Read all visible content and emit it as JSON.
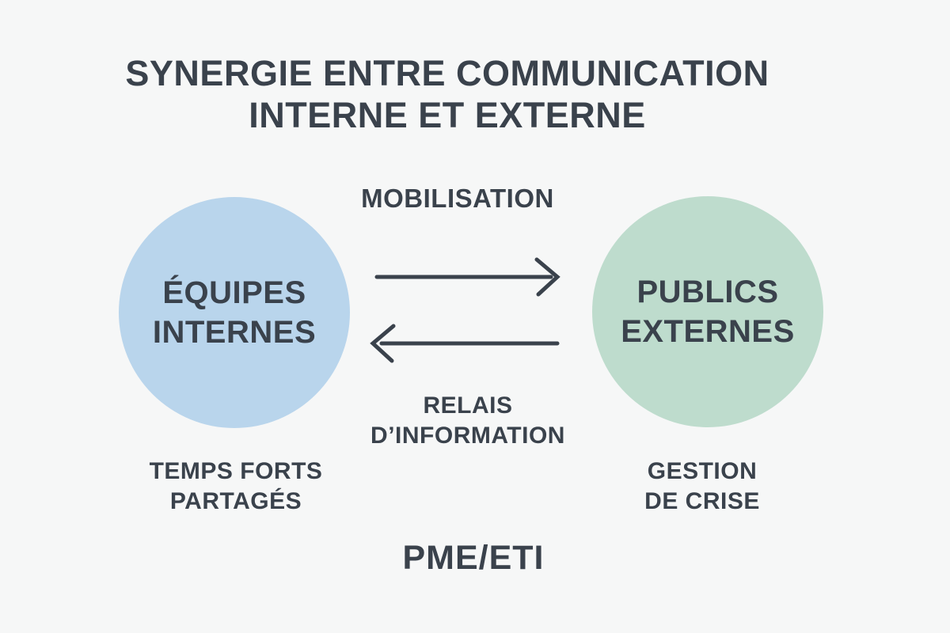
{
  "page": {
    "background_color": "#f6f7f7",
    "text_color": "#3a424c",
    "arrow_color": "#3a424c"
  },
  "title": {
    "line1": "SYNERGIE ENTRE COMMUNICATION",
    "line2": "INTERNE ET EXTERNE"
  },
  "diagram": {
    "left_circle": {
      "color": "#b9d5ec",
      "label_line1": "ÉQUIPES",
      "label_line2": "INTERNES",
      "caption_line1": "TEMPS FORTS",
      "caption_line2": "PARTAGÉS"
    },
    "right_circle": {
      "color": "#bedccd",
      "label_line1": "PUBLICS",
      "label_line2": "EXTERNES",
      "caption_line1": "GESTION",
      "caption_line2": "DE CRISE"
    },
    "top_arrow": {
      "label": "MOBILISATION",
      "direction": "left-to-right"
    },
    "bottom_arrow": {
      "label_line1": "RELAIS",
      "label_line2": "D’INFORMATION",
      "direction": "right-to-left"
    },
    "footer_label": "PME/ETI"
  }
}
